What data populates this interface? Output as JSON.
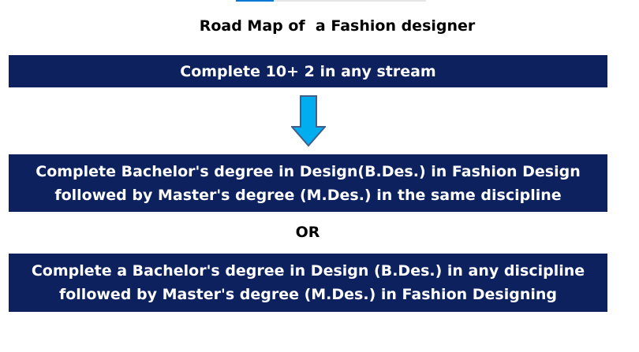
{
  "progress": {
    "fraction": 0.2,
    "color": "#0078d7"
  },
  "title": "Road Map of  a Fashion designer",
  "step1": "Complete 10+ 2 in any stream",
  "arrow_icon": "down-arrow-icon",
  "option1": {
    "line1": "Complete Bachelor's degree in Design(B.Des.) in Fashion Design",
    "line2": "followed by Master's degree (M.Des.) in the same discipline"
  },
  "or_label": "OR",
  "option2": {
    "line1": "Complete a Bachelor's degree in Design (B.Des.) in any discipline",
    "line2": "followed by Master's degree (M.Des.) in Fashion Designing"
  },
  "colors": {
    "box": "#0c215e",
    "arrow": "#00aeef"
  }
}
